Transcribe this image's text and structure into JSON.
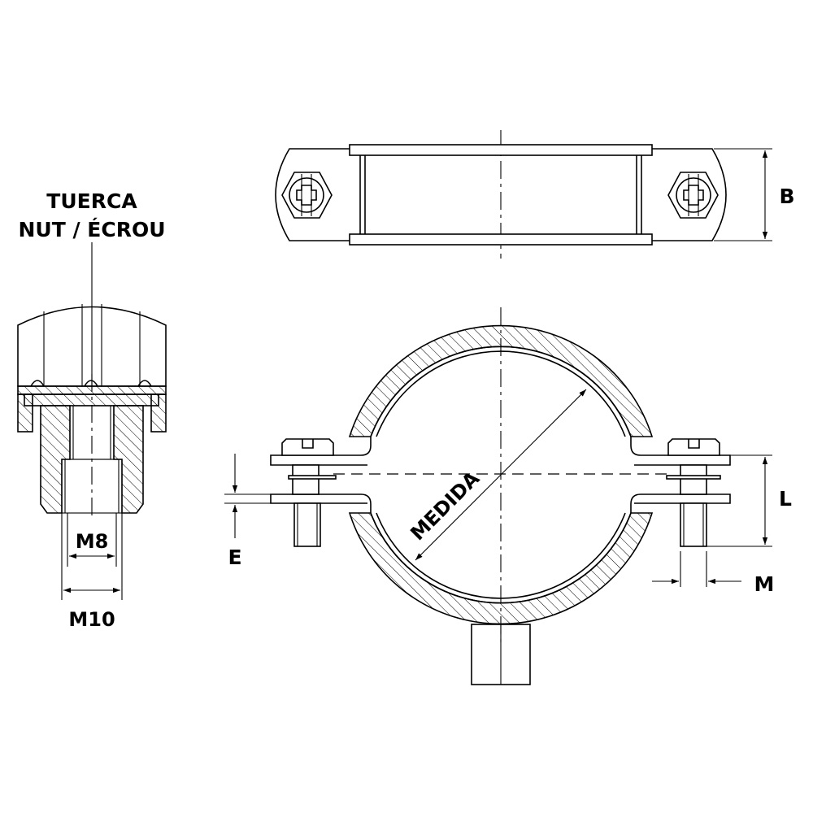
{
  "labels": {
    "nut_title_line1": "TUERCA",
    "nut_title_line2": "NUT / ÉCROU",
    "m8": "M8",
    "m10": "M10",
    "b": "B",
    "l": "L",
    "e": "E",
    "m": "M",
    "medida": "MEDIDA"
  },
  "colors": {
    "line": "#000000",
    "background": "#ffffff"
  }
}
